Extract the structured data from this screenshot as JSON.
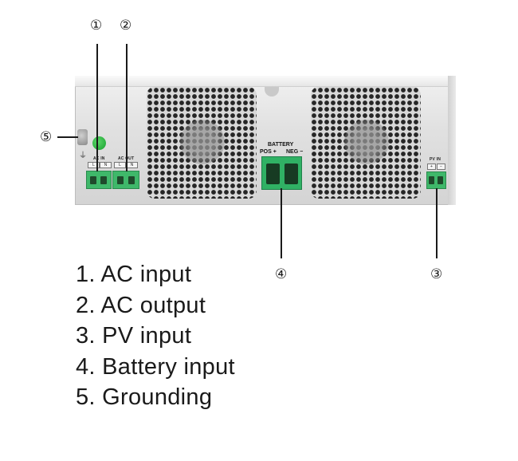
{
  "callouts": [
    {
      "num": "①"
    },
    {
      "num": "②"
    },
    {
      "num": "③"
    },
    {
      "num": "④"
    },
    {
      "num": "⑤"
    }
  ],
  "device_labels": {
    "ac_in": "AC IN",
    "ac_out": "AC OUT",
    "ac_in_l": "L",
    "ac_in_n": "N",
    "ac_out_l": "L",
    "ac_out_n": "N",
    "battery": "BATTERY",
    "pos": "POS +",
    "neg": "NEG −",
    "pv_in": "PV IN",
    "pv_plus": "+",
    "pv_minus": "−"
  },
  "legend": [
    {
      "text": "1. AC input"
    },
    {
      "text": "2. AC output"
    },
    {
      "text": "3. PV input"
    },
    {
      "text": "4. Battery input"
    },
    {
      "text": "5. Grounding"
    }
  ],
  "colors": {
    "terminal_green": "#3fb86a",
    "led_green": "#16a02c",
    "chassis": "#e1e1e1",
    "text": "#1a1a1a"
  },
  "icons": [
    "ground-icon",
    "fan-grill-icon",
    "led-indicator"
  ]
}
